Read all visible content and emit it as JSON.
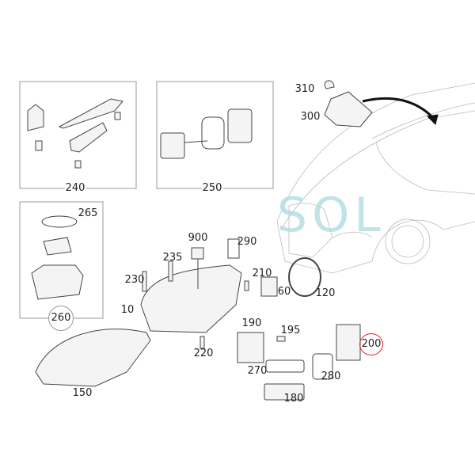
{
  "watermark": {
    "text": "SOL",
    "color": "#a9dbe0"
  },
  "highlight_color": "#dd2222",
  "parts": {
    "p240": "240",
    "p250": "250",
    "p310": "310",
    "p300": "300",
    "p265": "265",
    "p260": "260",
    "p900": "900",
    "p290": "290",
    "p235": "235",
    "p230": "230",
    "p210": "210",
    "p60": "60",
    "p120": "120",
    "p10": "10",
    "p190": "190",
    "p195": "195",
    "p200": "200",
    "p220": "220",
    "p270": "270",
    "p280": "280",
    "p150": "150",
    "p180": "180"
  },
  "highlighted_part": "200"
}
